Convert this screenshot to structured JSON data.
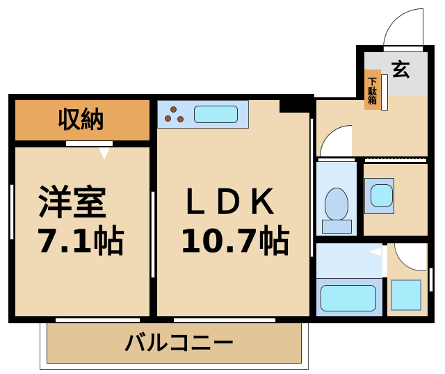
{
  "rooms": {
    "storage": {
      "label": "収納"
    },
    "bedroom": {
      "type": "洋室",
      "size": "7.1帖"
    },
    "ldk": {
      "type": "ＬＤＫ",
      "size": "10.7帖"
    },
    "entrance": {
      "label": "玄"
    },
    "shoe_box": {
      "label": "下駄箱"
    },
    "balcony": {
      "label": "バルコニー"
    }
  },
  "colors": {
    "floor": "#f0d9b5",
    "storage": "#e8a860",
    "wet_area": "#d8ecfb",
    "fixture": "#a8ecfb",
    "entrance": "#e0e0e0",
    "balcony": "#e3c59a",
    "wall": "#000000"
  }
}
